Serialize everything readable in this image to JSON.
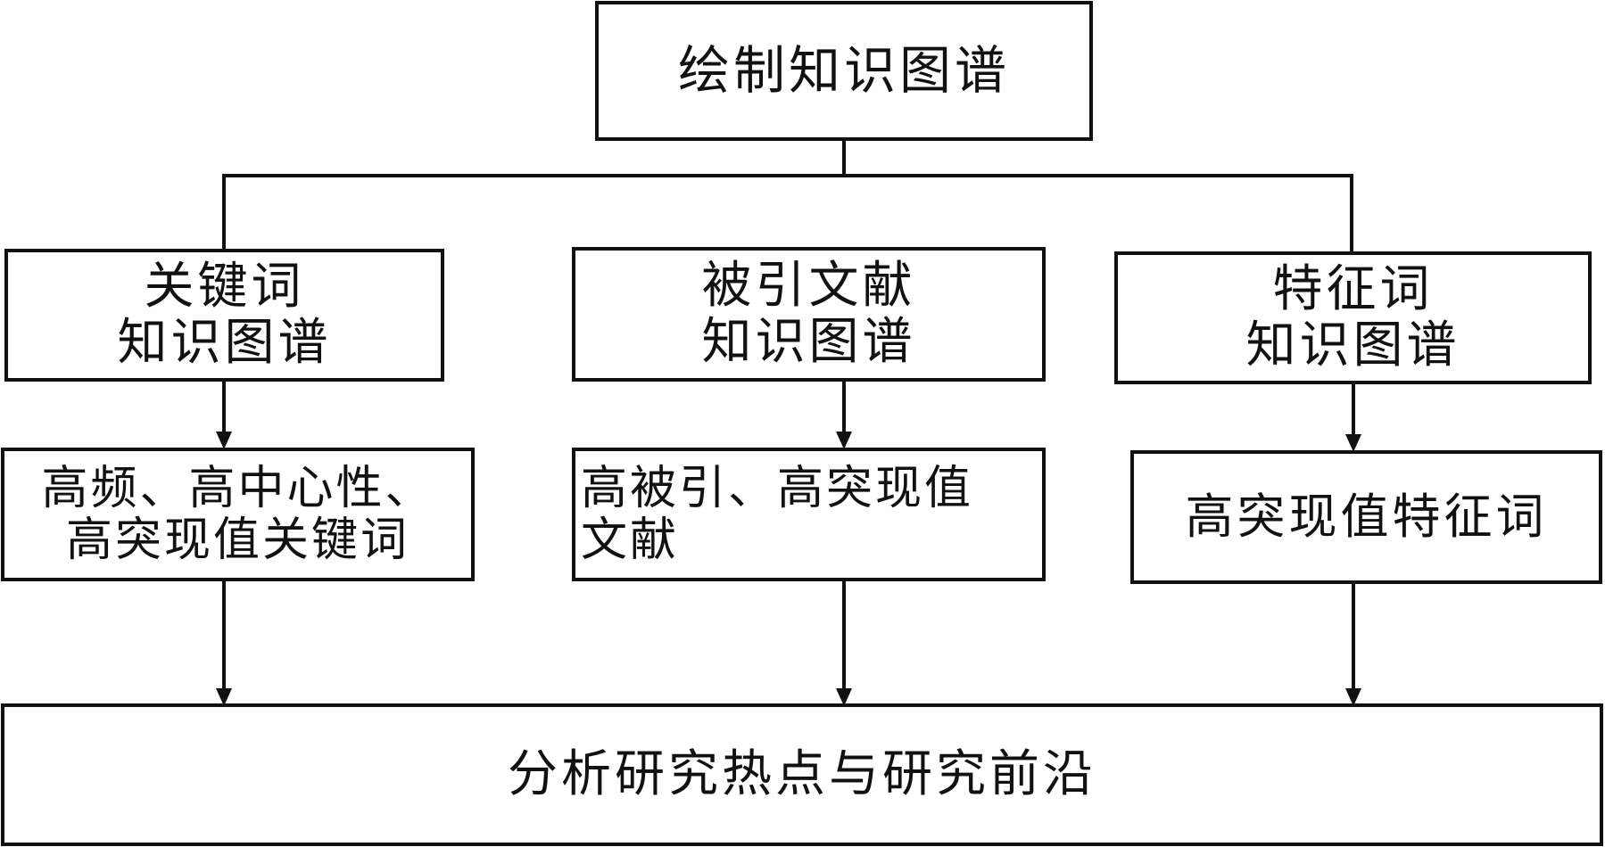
{
  "diagram": {
    "top": {
      "lines": [
        "绘制知识图谱"
      ]
    },
    "maps": [
      {
        "lines": [
          "关键词",
          "知识图谱"
        ]
      },
      {
        "lines": [
          "被引文献",
          "知识图谱"
        ]
      },
      {
        "lines": [
          "特征词",
          "知识图谱"
        ]
      }
    ],
    "results": [
      {
        "lines": [
          "高频、高中心性、",
          "高突现值关键词"
        ]
      },
      {
        "lines": [
          "高被引、高突现值",
          "文献"
        ]
      },
      {
        "lines": [
          "高突现值特征词"
        ]
      }
    ],
    "bottom": {
      "lines": [
        "分析研究热点与研究前沿"
      ]
    }
  }
}
